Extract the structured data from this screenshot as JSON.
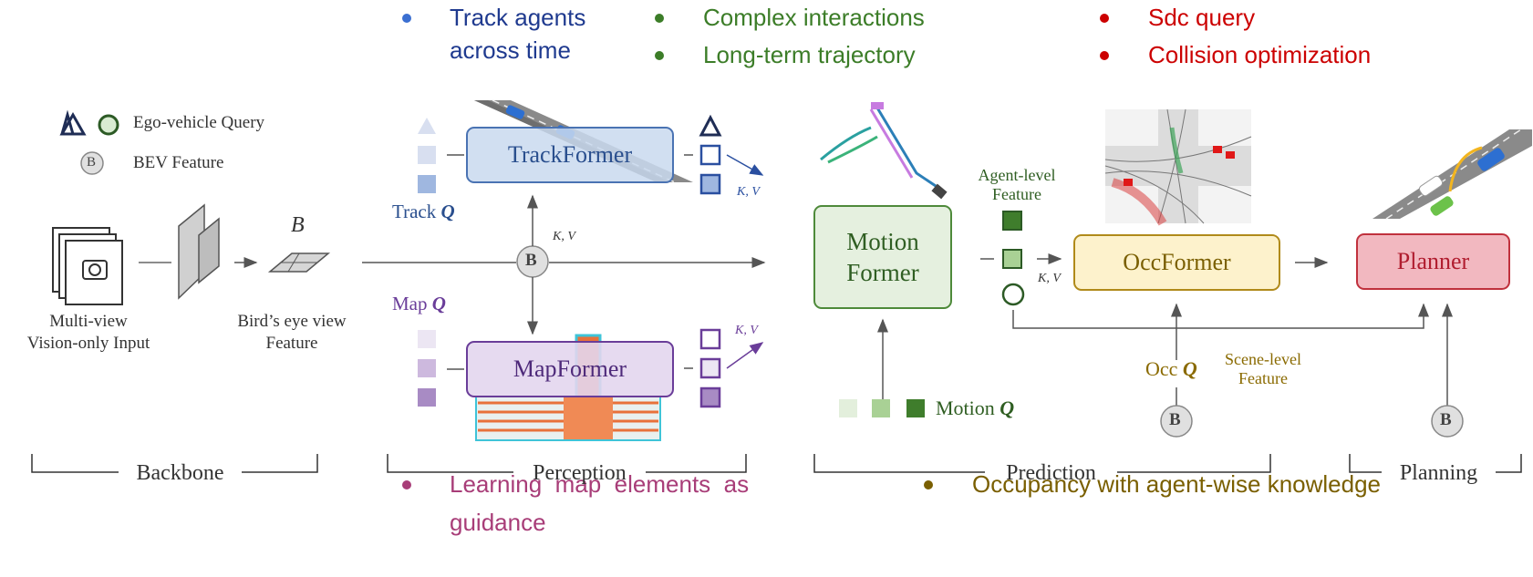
{
  "highlights": {
    "track": {
      "line1": "Track agents",
      "line2": "across time",
      "color": "#1f3a8f",
      "dot": "#3b6fd1"
    },
    "motion1": {
      "text": "Complex interactions",
      "color": "#3c7d28",
      "dot": "#3c7d28"
    },
    "motion2": {
      "text": "Long-term trajectory",
      "color": "#3c7d28",
      "dot": "#3c7d28"
    },
    "plan1": {
      "text": "Sdc query",
      "color": "#cc0000",
      "dot": "#cc0000"
    },
    "plan2": {
      "text": "Collision optimization",
      "color": "#cc0000",
      "dot": "#cc0000"
    },
    "map": {
      "line1": "Learning  map  elements  as",
      "line2": "guidance",
      "color": "#a83d78",
      "dot": "#a83d78"
    },
    "occ": {
      "text": "Occupancy with agent-wise knowledge",
      "color": "#7a5f00",
      "dot": "#7a5f00"
    }
  },
  "legend": {
    "ego_query": "Ego-vehicle Query",
    "bev_feature": "BEV Feature",
    "b_symbol": "B"
  },
  "backbone": {
    "input_line1": "Multi-view",
    "input_line2": "Vision-only Input",
    "bev_line1": "Bird’s eye view",
    "bev_line2": "Feature",
    "b_label": "B"
  },
  "modules": {
    "track": "TrackFormer",
    "map": "MapFormer",
    "motion_line1": "Motion",
    "motion_line2": "Former",
    "occ": "OccFormer",
    "planner": "Planner"
  },
  "queries": {
    "track_q": "Track",
    "map_q": "Map",
    "motion_q": "Motion",
    "occ_q": "Occ",
    "q_symbol": "Q",
    "kv": "K, V"
  },
  "features": {
    "agent_line1": "Agent-level",
    "agent_line2": "Feature",
    "scene_line1": "Scene-level",
    "scene_line2": "Feature"
  },
  "stages": {
    "backbone": "Backbone",
    "perception": "Perception",
    "prediction": "Prediction",
    "planning": "Planning"
  },
  "colors": {
    "track_fill": "#c9d9ef",
    "track_border": "#4a73b3",
    "map_fill": "#e3d6ee",
    "map_border": "#6a3d99",
    "motion_fill": "#e5f0df",
    "motion_border": "#4e8a3a",
    "occ_fill": "#fdf2cc",
    "occ_border": "#b08a1a",
    "planner_fill": "#f2b8c0",
    "planner_border": "#c0313d"
  }
}
